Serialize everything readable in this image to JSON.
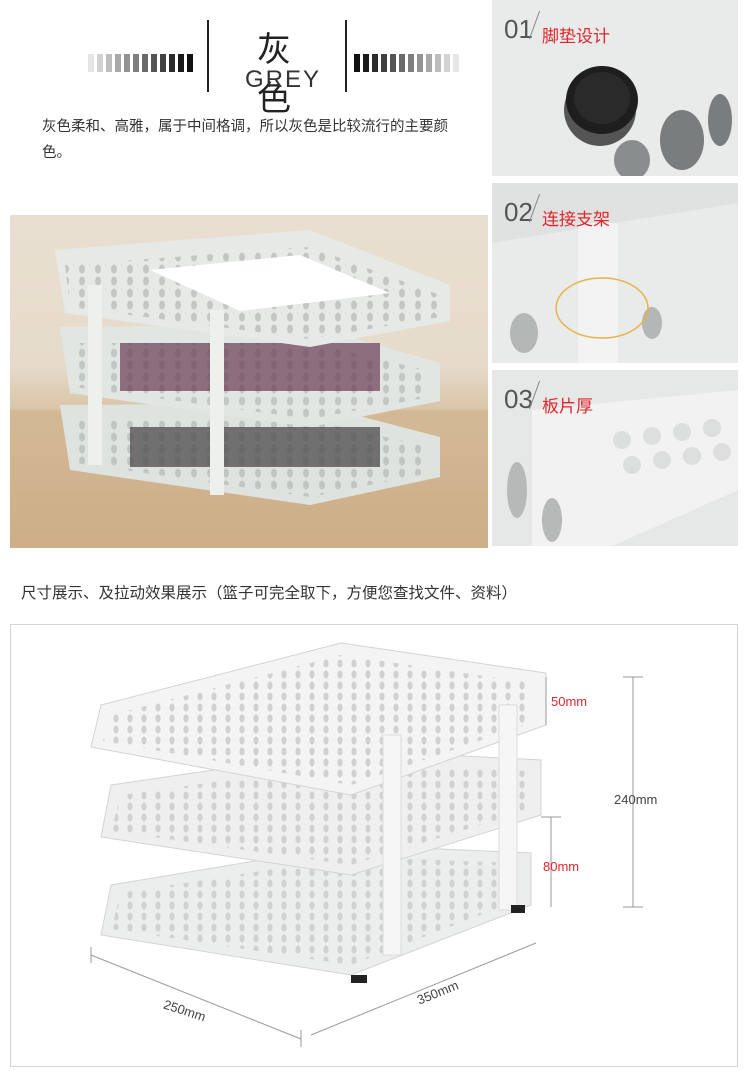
{
  "header": {
    "title_cn": "灰 色",
    "title_en": "GREY",
    "description": "灰色柔和、高雅，属于中间格调，所以灰色是比较流行的主要颜色。"
  },
  "details": [
    {
      "number": "01",
      "label": "脚垫设计"
    },
    {
      "number": "02",
      "label": "连接支架"
    },
    {
      "number": "03",
      "label": "板片厚"
    }
  ],
  "caption": "尺寸展示、及拉动效果展示（篮子可完全取下，方便您查找文件、资料）",
  "dimensions": {
    "tier_gap": "50mm",
    "total_height": "240mm",
    "tray_height": "80mm",
    "depth": "250mm",
    "width": "350mm"
  },
  "colors": {
    "accent_red": "#e0262c",
    "tray_grey": "#dfe3e0",
    "dim_line": "#9a9a9a"
  }
}
